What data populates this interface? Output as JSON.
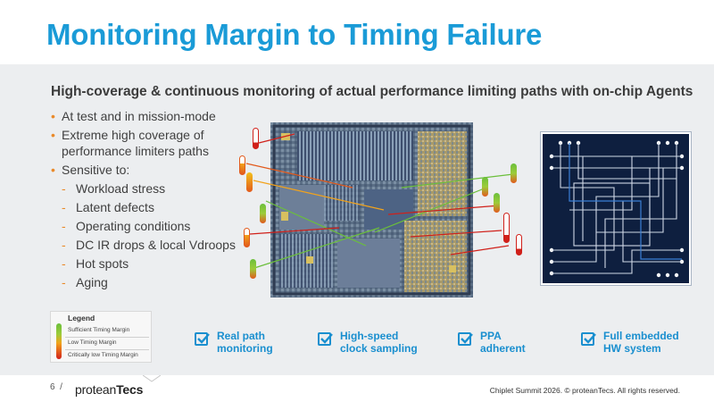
{
  "slide": {
    "title": "Monitoring Margin to Timing Failure",
    "subtitle": "High-coverage & continuous monitoring of actual performance limiting paths with on-chip Agents",
    "bullets": [
      "At test and in mission-mode",
      "Extreme high coverage of performance limiters paths",
      "Sensitive to:"
    ],
    "sub_bullets": [
      "Workload stress",
      "Latent defects",
      "Operating conditions",
      "DC IR drops & local Vdroops",
      "Hot spots",
      "Aging"
    ],
    "bullet_marker": "•",
    "sub_bullet_marker": "-",
    "legend": {
      "title": "Legend",
      "items": [
        "Sufficient Timing Margin",
        "Low Timing Margin",
        "Critically low Timing Margin"
      ]
    },
    "features": [
      {
        "icon": "checkbox-checked-icon",
        "label": "Real path\nmonitoring"
      },
      {
        "icon": "checkbox-checked-icon",
        "label": "High-speed\nclock sampling"
      },
      {
        "icon": "checkbox-checked-icon",
        "label": "PPA\nadherent"
      },
      {
        "icon": "checkbox-checked-icon",
        "label": "Full embedded\nHW system"
      }
    ],
    "colors": {
      "title_blue": "#1a9bd7",
      "feature_blue": "#1a8fcf",
      "bullet_orange": "#e98a2a",
      "green": "#6bbf3b",
      "orange": "#f2a31c",
      "red": "#d0201a",
      "package_navy": "#0e1f3f"
    }
  },
  "footer": {
    "page_number": "6",
    "separator": "/",
    "brand_light": "protean",
    "brand_bold": "Tecs",
    "copyright": "Chiplet Summit 2026. © proteanTecs. All rights reserved."
  }
}
